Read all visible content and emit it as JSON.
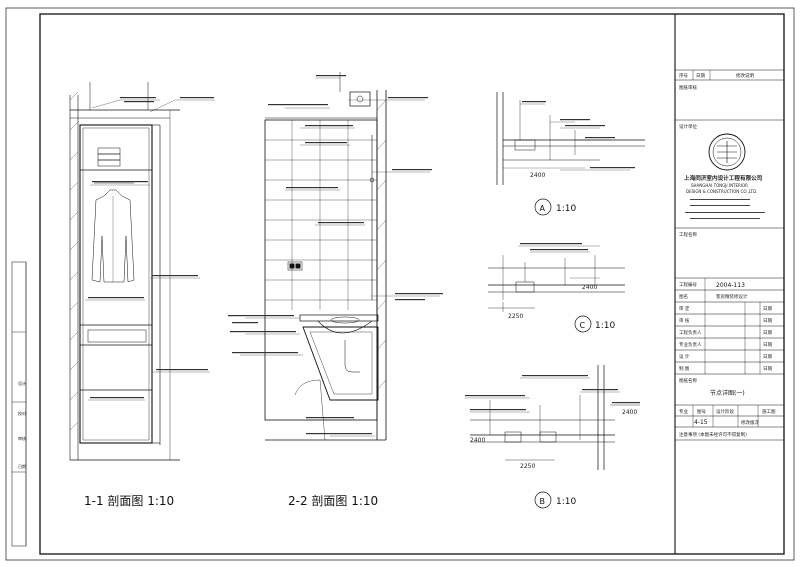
{
  "drawing": {
    "sections": {
      "s11": {
        "title": "1-1 剖面图 1:10"
      },
      "s22": {
        "title": "2-2 剖面图 1:10"
      },
      "detA": {
        "marker": "A",
        "scale": "1:10"
      },
      "detC": {
        "marker": "C",
        "scale": "1:10"
      },
      "detB": {
        "marker": "B",
        "scale": "1:10"
      }
    },
    "dims": {
      "a1": "2400",
      "c1": "2400",
      "c2": "2250",
      "b1": "2400",
      "b2": "2250",
      "b3": "2400"
    },
    "side_marks": [
      "设计",
      "校对",
      "审核",
      "日期"
    ]
  },
  "title_block": {
    "rev_header": [
      "序号",
      "日期",
      "修改说明"
    ],
    "review_label": "图纸审核",
    "design_unit_label": "设计单位",
    "company_cn": "上海同济室内设计工程有限公司",
    "company_en1": "SHANGHAI TONGJI INTERIOR",
    "company_en2": "DESIGN & CONSTRUCTION CO.,LTD.",
    "project_label": "工程名称",
    "project_no_label": "工程编号",
    "project_no": "2004-113",
    "project_name_label": "图名",
    "project_name": "客房精装修设计",
    "rows": [
      {
        "label": "审 定",
        "right": "日期"
      },
      {
        "label": "审 核",
        "right": "日期"
      },
      {
        "label": "工程负责人",
        "right": "日期"
      },
      {
        "label": "专业负责人",
        "right": "日期"
      },
      {
        "label": "设 计",
        "right": "日期"
      },
      {
        "label": "制 图",
        "right": "日期"
      }
    ],
    "drawing_name_label": "图纸名称",
    "drawing_name": "节点详图(一)",
    "bottom_labels": [
      "专业",
      "图号",
      "设计阶段",
      "施工图"
    ],
    "sheet_no": "4-15",
    "revision_label": "修改版次",
    "note": "注意事项 (本图未经许可不得复制)"
  }
}
